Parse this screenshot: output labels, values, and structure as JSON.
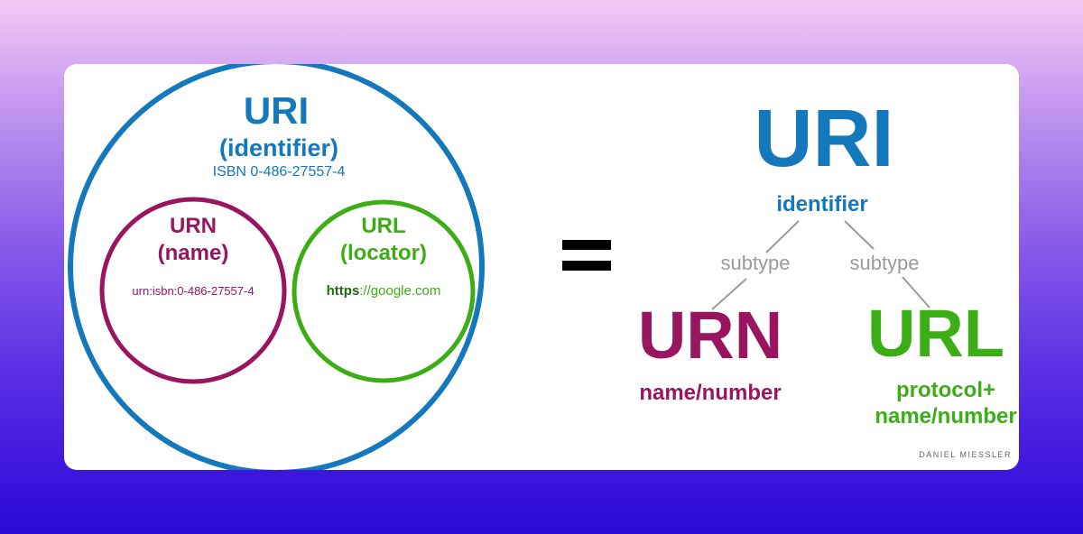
{
  "left": {
    "uri": {
      "title": "URI",
      "subtitle": "(identifier)",
      "example": "ISBN 0-486-27557-4",
      "color": "#1478bd"
    },
    "urn": {
      "title": "URN",
      "subtitle": "(name)",
      "example": "urn:isbn:0-486-27557-4",
      "color": "#99155f"
    },
    "url": {
      "title": "URL",
      "subtitle": "(locator)",
      "example_protocol": "https",
      "example_rest": "://google.com",
      "color": "#3cae15"
    }
  },
  "equals": "=",
  "right": {
    "uri": {
      "title": "URI",
      "label": "identifier"
    },
    "subtype_left": "subtype",
    "subtype_right": "subtype",
    "urn": {
      "title": "URN",
      "label": "name/number"
    },
    "url": {
      "title": "URL",
      "label_line1": "protocol+",
      "label_line2": "name/number"
    }
  },
  "signature": "DANIEL MIESSLER"
}
